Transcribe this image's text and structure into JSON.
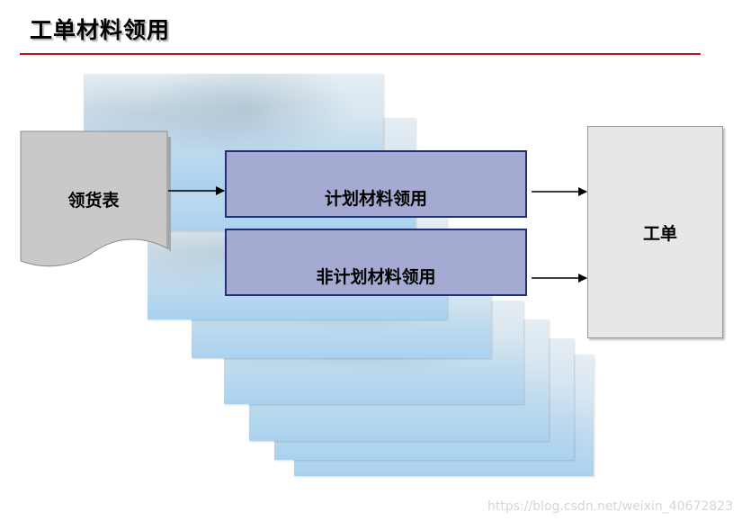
{
  "title": "工单材料领用",
  "source_document": {
    "label": "领货表"
  },
  "process_boxes": [
    {
      "label": "计划材料领用"
    },
    {
      "label": "非计划材料领用"
    }
  ],
  "target": {
    "label": "工单"
  },
  "watermark": "https://blog.csdn.net/weixin_40672823",
  "colors": {
    "title_rule": "#c0131a",
    "box_fill": "#a4aad1",
    "box_border": "#1f2f78",
    "doc_fill": "#c9c9c9",
    "target_fill": "#e7e7e7"
  }
}
